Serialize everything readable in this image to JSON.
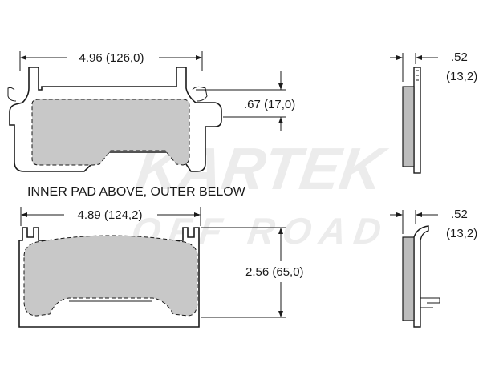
{
  "watermark": {
    "line1": "KARTEK",
    "line2": "OFF ROAD",
    "color": "#ececec"
  },
  "inner_pad": {
    "width_label": "4.96 (126,0)",
    "tab_height_label": ".67 (17,0)",
    "side_thickness_label_line1": ".52",
    "side_thickness_label_line2": "(13,2)"
  },
  "caption": "INNER PAD ABOVE, OUTER BELOW",
  "outer_pad": {
    "width_label": "4.89 (124,2)",
    "height_label": "2.56 (65,0)",
    "side_thickness_label_line1": ".52",
    "side_thickness_label_line2": "(13,2)"
  },
  "colors": {
    "friction_fill": "#c8c8c8",
    "line": "#1a1a1a",
    "background": "#ffffff"
  }
}
